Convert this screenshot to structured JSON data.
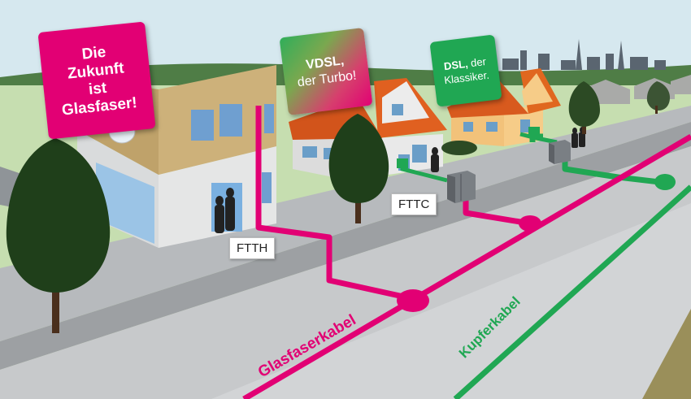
{
  "badges": {
    "ftth": {
      "line1": "Die",
      "line2": "Zukunft",
      "line3": "ist",
      "line4": "Glasfaser!"
    },
    "vdsl": {
      "title": "VDSL,",
      "subtitle": "der Turbo!"
    },
    "dsl": {
      "title": "DSL,",
      "title_suffix": "der",
      "subtitle": "Klassiker."
    }
  },
  "labels": {
    "ftth": "FTTH",
    "fttc": "FTTC",
    "fiber_cable": "Glasfaserkabel",
    "copper_cable": "Kupferkabel"
  },
  "colors": {
    "fiber": "#e20074",
    "copper": "#20a753",
    "sky": "#cfe3ec",
    "grass": "#c7e0b0"
  }
}
